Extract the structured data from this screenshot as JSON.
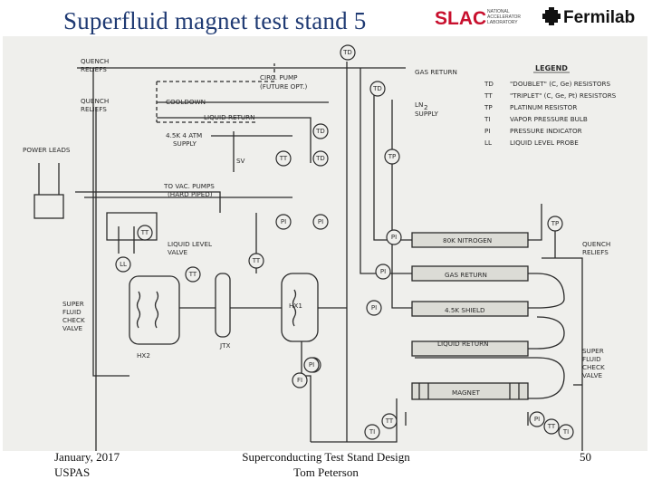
{
  "slide": {
    "title": "Superfluid magnet test stand 5",
    "footer_left_line1": "January, 2017",
    "footer_left_line2": "USPAS",
    "footer_center_line1": "Superconducting Test Stand Design",
    "footer_center_line2": "Tom Peterson",
    "page_number": "50"
  },
  "logos": {
    "slac_mark": "SLAC",
    "slac_line1": "NATIONAL",
    "slac_line2": "ACCELERATOR",
    "slac_line3": "LABORATORY",
    "fermilab": "Fermilab",
    "slac_color": "#c8102e"
  },
  "diagram": {
    "labels": {
      "quench_reliefs_top": [
        "QUENCH",
        "RELIEFS"
      ],
      "quench_reliefs_left": [
        "QUENCH",
        "RELIEFS"
      ],
      "quench_reliefs_right": [
        "QUENCH",
        "RELIEFS"
      ],
      "power_leads": "POWER LEADS",
      "circ_pump": [
        "CIRC. PUMP",
        "(FUTURE OPT.)"
      ],
      "cooldown": "COOLDOWN",
      "liquid_return_top": "LIQUID RETURN",
      "supply_45k": [
        "4.5K 4 ATM",
        "SUPPLY"
      ],
      "sv": "SV",
      "vac_pumps": [
        "TO VAC. PUMPS",
        "(HARD PIPED)"
      ],
      "gas_return_top": "GAS RETURN",
      "ln2_supply": [
        "LN",
        "SUPPLY"
      ],
      "ln2_sub": "2",
      "liquid_level_valve": [
        "LIQUID LEVEL",
        "VALVE"
      ],
      "super_fluid_check_left": [
        "SUPER",
        "FLUID",
        "CHECK",
        "VALVE"
      ],
      "super_fluid_check_right": [
        "SUPER",
        "FLUID",
        "CHECK",
        "VALVE"
      ],
      "hx2": "HX2",
      "hx1": "HX1",
      "jtx": "JTX",
      "line_80k": "80K NITROGEN",
      "line_gas": "GAS RETURN",
      "line_shield": "4.5K SHIELD",
      "line_liquid": "LIQUID RETURN",
      "line_magnet": "MAGNET"
    },
    "instruments": [
      "TD",
      "TD",
      "TD",
      "TD",
      "TT",
      "TP",
      "PI",
      "PI",
      "PI",
      "TT",
      "TT",
      "TT",
      "LL",
      "PI",
      "PI",
      "PI",
      "TP",
      "PI",
      "FI",
      "TI",
      "TT",
      "PI",
      "TT",
      "TI"
    ],
    "legend": {
      "title": "LEGEND",
      "entries": [
        {
          "code": "TD",
          "desc": "\"DOUBLET\" (C, Ge) RESISTORS"
        },
        {
          "code": "TT",
          "desc": "\"TRIPLET\" (C, Ge, Pt) RESISTORS"
        },
        {
          "code": "TP",
          "desc": "PLATINUM RESISTOR"
        },
        {
          "code": "TI",
          "desc": "VAPOR PRESSURE BULB"
        },
        {
          "code": "PI",
          "desc": "PRESSURE INDICATOR"
        },
        {
          "code": "LL",
          "desc": "LIQUID LEVEL PROBE"
        }
      ]
    }
  }
}
